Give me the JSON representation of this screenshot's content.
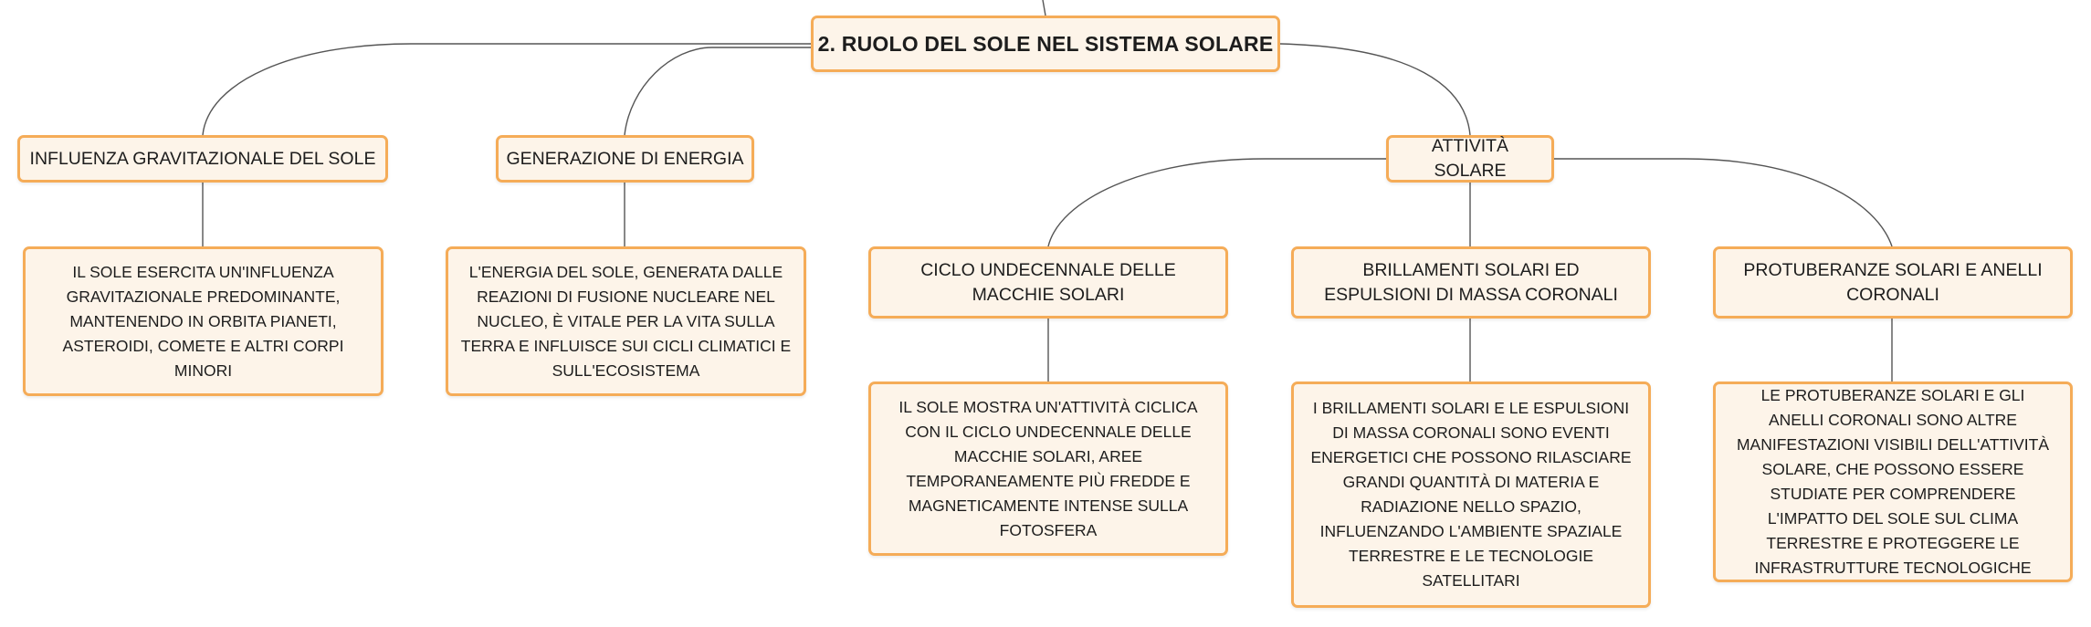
{
  "root": {
    "label": "2. RUOLO DEL SOLE NEL SISTEMA SOLARE"
  },
  "branches": {
    "influenza": {
      "label": "INFLUENZA GRAVITAZIONALE DEL SOLE",
      "detail": "IL SOLE ESERCITA UN'INFLUENZA GRAVITAZIONALE PREDOMINANTE, MANTENENDO IN ORBITA PIANETI, ASTEROIDI, COMETE E ALTRI CORPI MINORI"
    },
    "energia": {
      "label": "GENERAZIONE DI ENERGIA",
      "detail": "L'ENERGIA DEL SOLE, GENERATA DALLE REAZIONI DI FUSIONE NUCLEARE NEL NUCLEO, È VITALE PER LA VITA SULLA TERRA E INFLUISCE SUI CICLI CLIMATICI E SULL'ECOSISTEMA"
    },
    "attivita": {
      "label": "ATTIVITÀ SOLARE",
      "children": {
        "ciclo": {
          "label": "CICLO UNDECENNALE DELLE MACCHIE SOLARI",
          "detail": "IL SOLE MOSTRA UN'ATTIVITÀ CICLICA CON IL CICLO UNDECENNALE DELLE MACCHIE SOLARI, AREE TEMPORANEAMENTE PIÙ FREDDE E MAGNETICAMENTE INTENSE SULLA FOTOSFERA"
        },
        "brillamenti": {
          "label": "BRILLAMENTI SOLARI ED ESPULSIONI DI MASSA CORONALI",
          "detail": "I BRILLAMENTI SOLARI E LE ESPULSIONI DI MASSA CORONALI SONO EVENTI ENERGETICI CHE POSSONO RILASCIARE GRANDI QUANTITÀ DI MATERIA E RADIAZIONE NELLO SPAZIO, INFLUENZANDO L'AMBIENTE SPAZIALE TERRESTRE E LE TECNOLOGIE SATELLITARI"
        },
        "protuberanze": {
          "label": "PROTUBERANZE SOLARI E ANELLI CORONALI",
          "detail": "LE PROTUBERANZE SOLARI E GLI ANELLI CORONALI SONO ALTRE MANIFESTAZIONI VISIBILI DELL'ATTIVITÀ SOLARE, CHE POSSONO ESSERE STUDIATE PER COMPRENDERE L'IMPATTO DEL SOLE SUL CLIMA TERRESTRE E PROTEGGERE LE INFRASTRUTTURE TECNOLOGICHE"
        }
      }
    }
  },
  "colors": {
    "node_fill": "#fdf4e9",
    "node_border": "#f5ac58",
    "connector": "#555555"
  }
}
